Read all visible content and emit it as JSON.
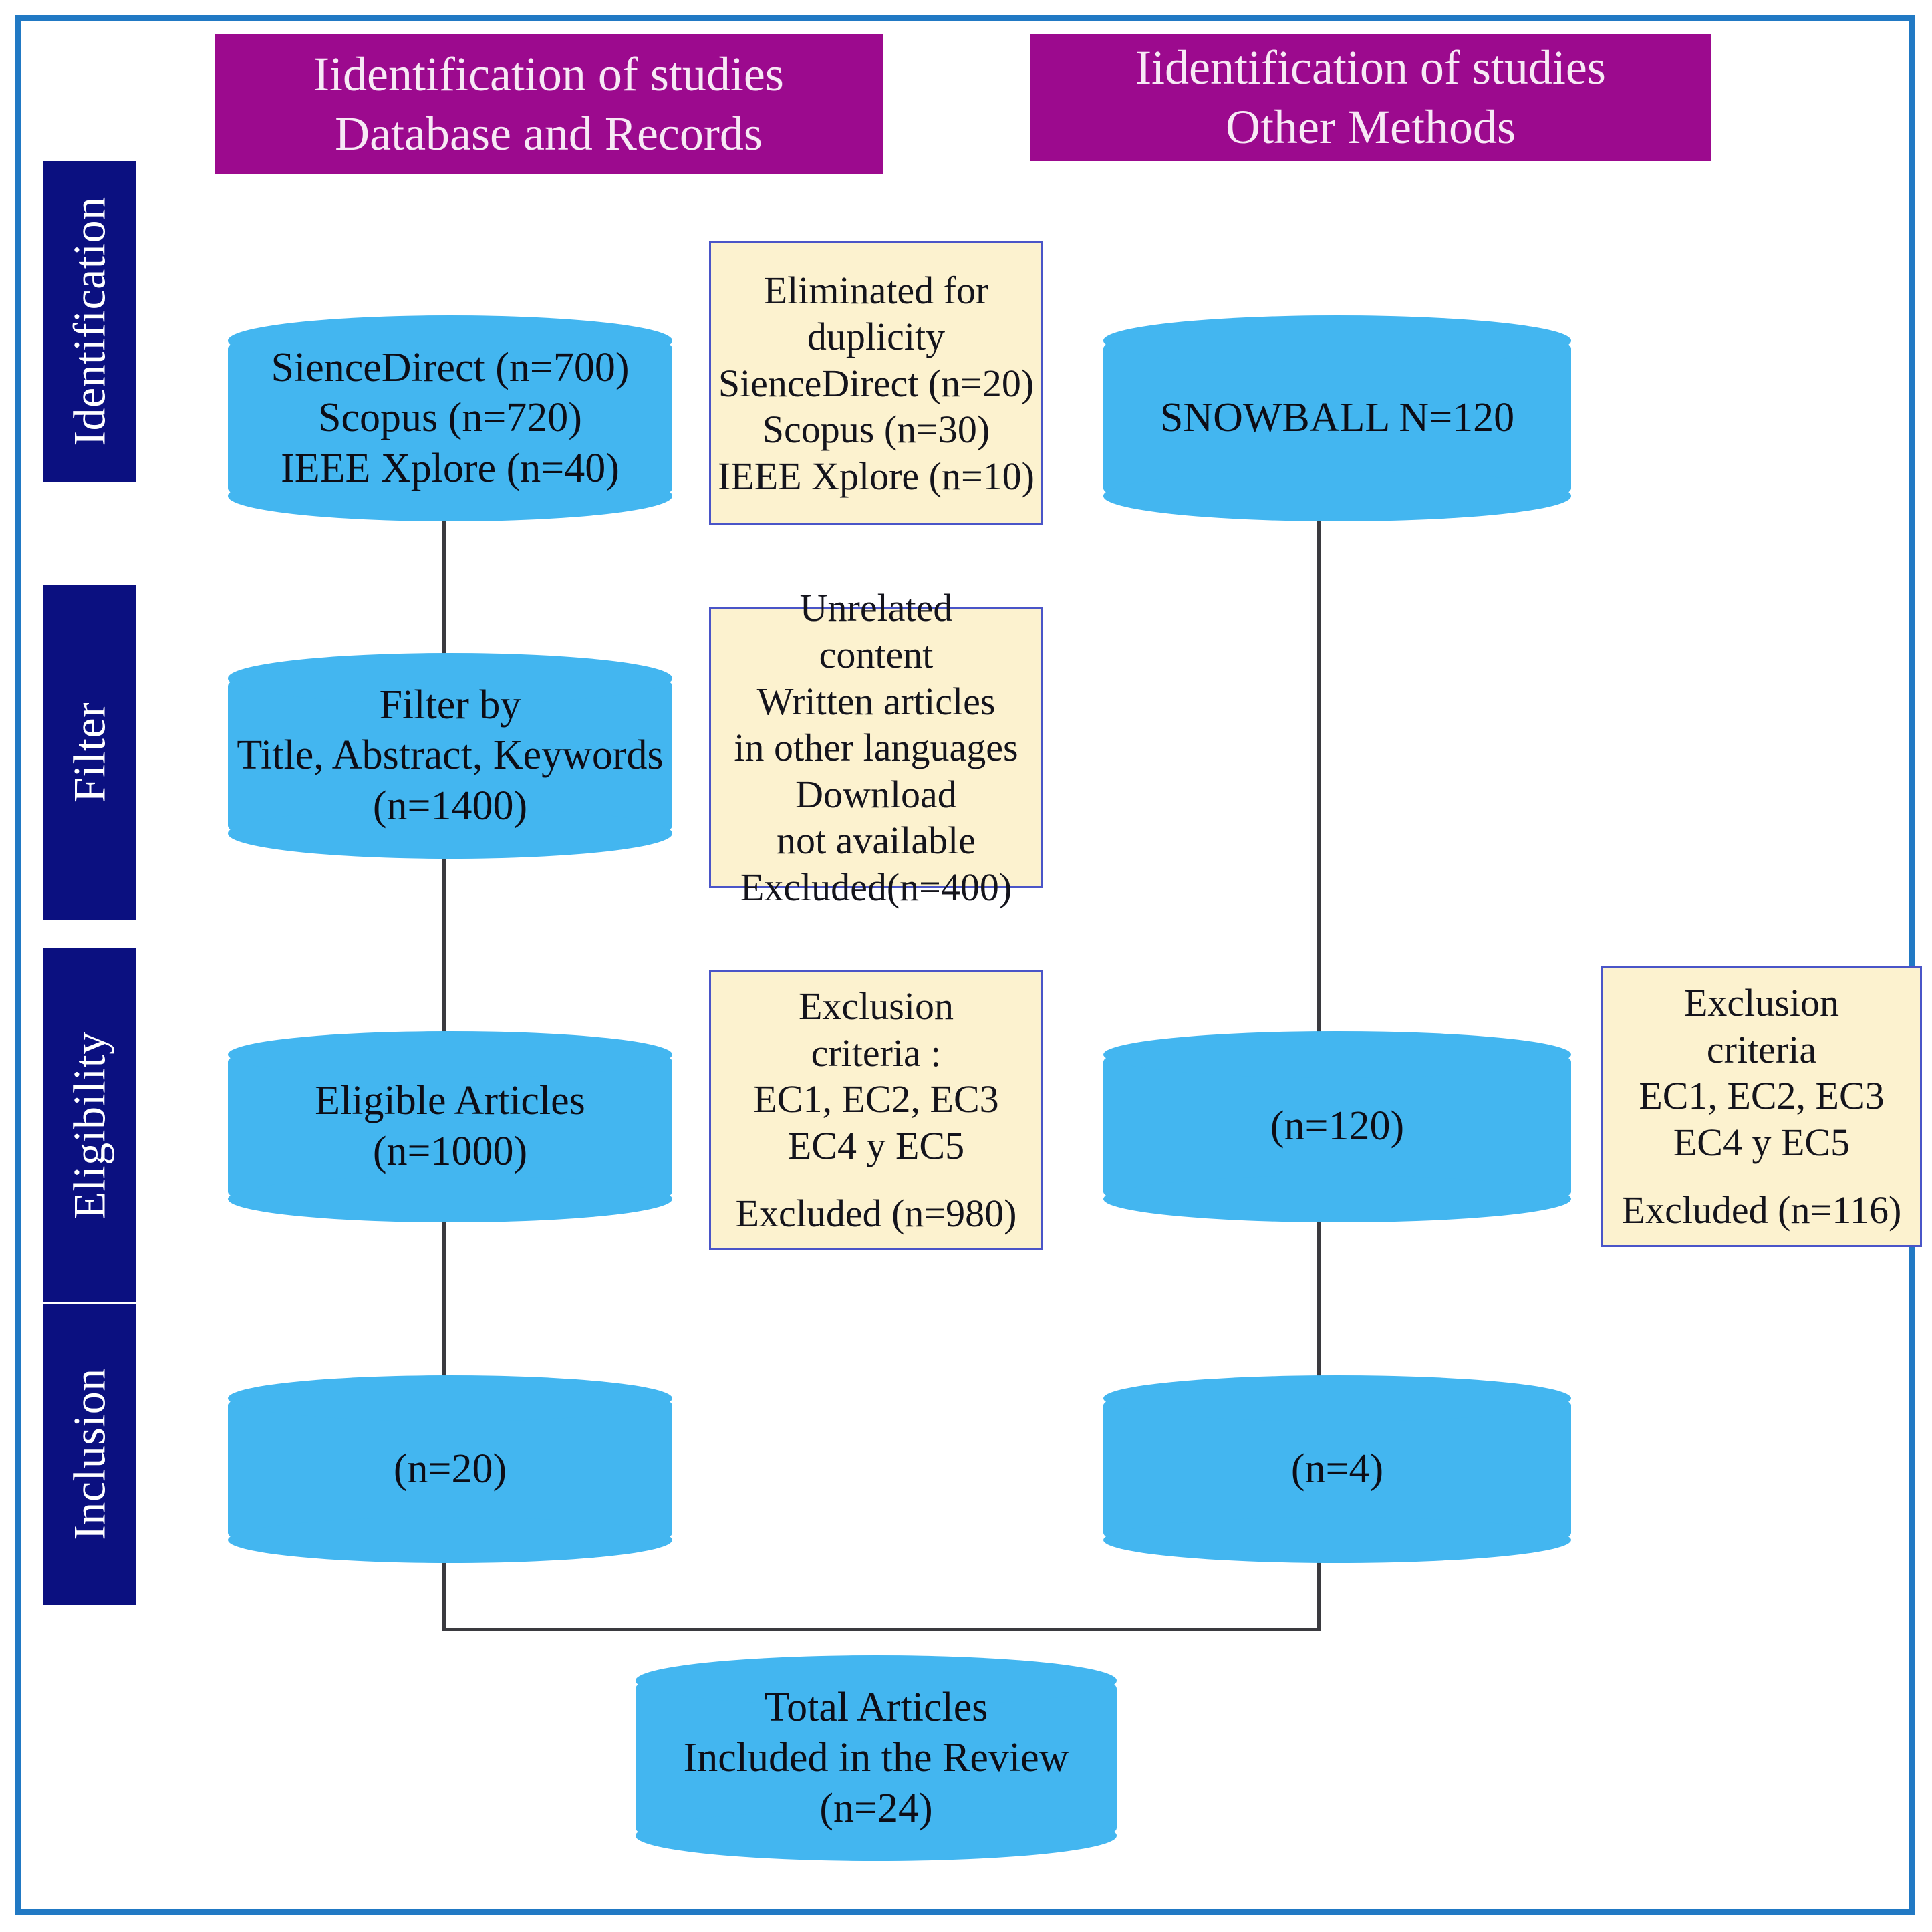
{
  "frame": {
    "border_color": "#2179c4"
  },
  "palette": {
    "header_purple": "#9c0a8e",
    "stage_navy": "#0b1080",
    "cylinder_blue": "#43b6f0",
    "note_yellow": "#fcf2cf",
    "note_border": "#4a55c8",
    "connector": "#3a3a3f"
  },
  "stages": [
    {
      "label": "Identification"
    },
    {
      "label": "Filter"
    },
    {
      "label": "Eligibility"
    },
    {
      "label": "Inclusion"
    }
  ],
  "headers": [
    {
      "line1": "Iidentification of studies",
      "line2": "Database and Records"
    },
    {
      "line1": "Iidentification of studies",
      "line2": "Other Methods"
    }
  ],
  "nodes": {
    "databases": {
      "lines": [
        "SienceDirect (n=700)",
        "Scopus (n=720)",
        "IEEE Xplore (n=40)"
      ],
      "font_size": "62px"
    },
    "snowball": {
      "lines": [
        "SNOWBALL  N=120"
      ],
      "font_size": "62px"
    },
    "filter": {
      "lines": [
        "Filter by",
        "Title, Abstract, Keywords",
        "(n=1400)"
      ],
      "font_size": "62px"
    },
    "eligible": {
      "lines": [
        "Eligible Articles",
        "(n=1000)"
      ],
      "font_size": "62px"
    },
    "other_eligible": {
      "lines": [
        "(n=120)"
      ],
      "font_size": "62px"
    },
    "included_db": {
      "lines": [
        "(n=20)"
      ],
      "font_size": "62px"
    },
    "included_other": {
      "lines": [
        "(n=4)"
      ],
      "font_size": "62px"
    },
    "total": {
      "lines": [
        "Total Articles",
        "Included in the Review",
        "(n=24)"
      ],
      "font_size": "62px"
    }
  },
  "notes": {
    "duplicity": {
      "lines": [
        "Eliminated for",
        "duplicity",
        "SienceDirect (n=20)",
        "Scopus (n=30)",
        "IEEE Xplore (n=10)"
      ],
      "font_size": "58px"
    },
    "unrelated": {
      "lines": [
        "Unrelated",
        "content",
        "Written articles",
        "in other languages",
        "Download",
        "not available",
        "Excluded(n=400)"
      ],
      "font_size": "58px"
    },
    "exclusion_db": {
      "lines": [
        "Exclusion",
        "criteria :",
        "EC1, EC2, EC3",
        "EC4 y EC5",
        "",
        "Excluded (n=980)"
      ],
      "font_size": "58px"
    },
    "exclusion_other": {
      "lines": [
        "Exclusion",
        "criteria",
        "EC1, EC2, EC3",
        "EC4 y EC5",
        "",
        "Excluded (n=116)"
      ],
      "font_size": "58px"
    }
  },
  "chart_data": {
    "type": "diagram",
    "title": "PRISMA study selection flow diagram",
    "stages": [
      "Identification",
      "Filter",
      "Eligibility",
      "Inclusion"
    ],
    "columns": [
      "Iidentification of studies - Database and Records",
      "Iidentification of studies - Other Methods"
    ],
    "counts": {
      "SienceDirect": 700,
      "Scopus": 720,
      "IEEE Xplore": 40,
      "SNOWBALL": 120,
      "duplicates_SienceDirect": 20,
      "duplicates_Scopus": 30,
      "duplicates_IEEE_Xplore": 10,
      "filtered_title_abstract_keywords": 1400,
      "excluded_unrelated_language_download": 400,
      "eligible_articles": 1000,
      "other_methods_eligible": 120,
      "excluded_criteria_database": 980,
      "excluded_criteria_other": 116,
      "included_database": 20,
      "included_other": 4,
      "total_included_in_review": 24
    }
  }
}
